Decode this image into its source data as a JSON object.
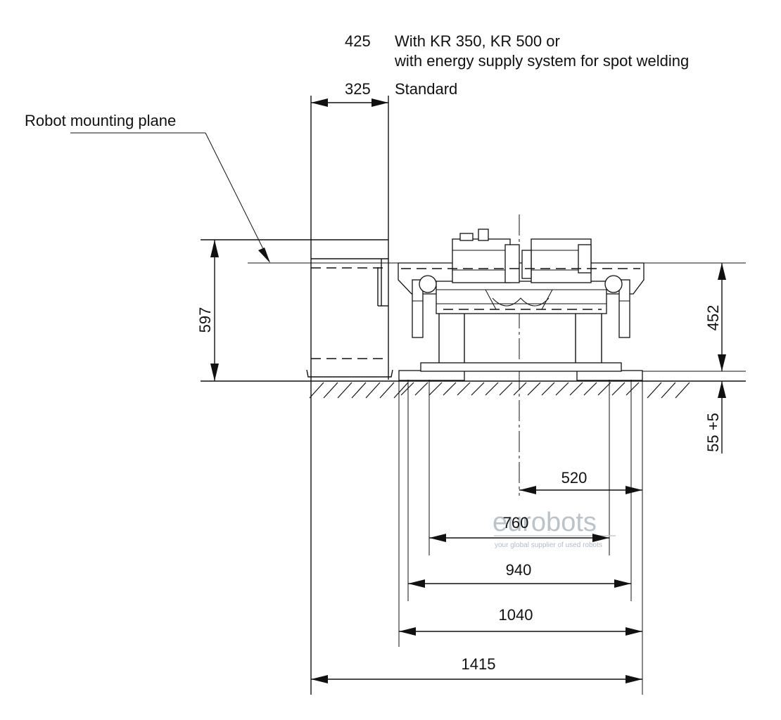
{
  "notes": {
    "dim_425": "425",
    "text_425_line1": "With KR 350, KR 500 or",
    "text_425_line2": "with energy supply system for spot welding",
    "dim_325": "325",
    "text_325": "Standard"
  },
  "callout": {
    "mounting_plane": "Robot mounting plane"
  },
  "dimensions": {
    "d597": "597",
    "d452": "452",
    "d55": "55 +5",
    "d520": "520",
    "d760": "760",
    "d940": "940",
    "d1040": "1040",
    "d1415": "1415"
  },
  "watermark": {
    "brand": "eurobots",
    "tagline": "your global supplier of used robots",
    "color": "#aab4be"
  }
}
